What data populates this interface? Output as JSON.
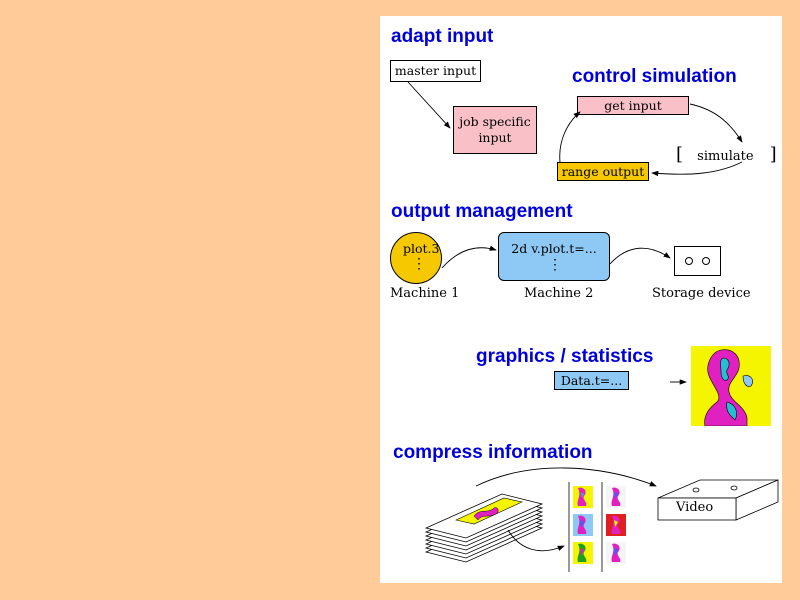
{
  "colors": {
    "background": "#ffcc99",
    "panel": "#ffffff",
    "heading": "#0000dd",
    "pink": "#f9c0c8",
    "yellow": "#f5c800",
    "blue": "#8ec8f4",
    "cyan": "#22c0d0",
    "magenta": "#e020c0"
  },
  "adapt_input": {
    "heading": "adapt input",
    "master_input": "master input",
    "job_specific_line1": "job specific",
    "job_specific_line2": "input"
  },
  "control_simulation": {
    "heading": "control simulation",
    "get_input": "get input",
    "simulate": "simulate",
    "range_output": "range output"
  },
  "output_management": {
    "heading": "output management",
    "circle_label": "plot.3",
    "machine2_box_label": "2d  v.plot.t=...",
    "machine1": "Machine 1",
    "machine2": "Machine 2",
    "storage_device": "Storage device",
    "dots": "⋮"
  },
  "graphics_statistics": {
    "heading": "graphics / statistics",
    "data_box": "Data.t=..."
  },
  "compress_information": {
    "heading": "compress information",
    "video": "Video"
  }
}
